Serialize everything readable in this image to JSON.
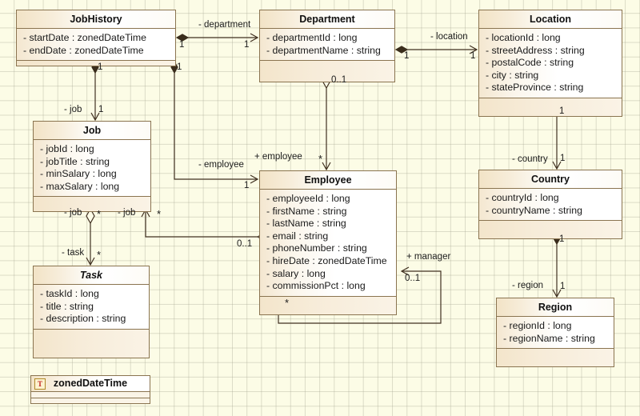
{
  "diagram": {
    "title": "UML Class Diagram",
    "background_color": "#fcfce6",
    "grid_color": "#a0a08c",
    "border_color": "#8a7450",
    "header_color": "#f2e3c6",
    "body_color": "#ffffff",
    "ops_color": "#f3e5cb"
  },
  "classes": [
    {
      "id": "jobhistory",
      "name": "JobHistory",
      "abstract": false,
      "attributes": [
        "- startDate : zonedDateTime",
        "- endDate : zonedDateTime"
      ],
      "operations": []
    },
    {
      "id": "department",
      "name": "Department",
      "abstract": false,
      "attributes": [
        "- departmentId : long",
        "- departmentName : string"
      ],
      "operations": []
    },
    {
      "id": "location",
      "name": "Location",
      "abstract": false,
      "attributes": [
        "- locationId : long",
        "- streetAddress : string",
        "- postalCode : string",
        "- city : string",
        "- stateProvince : string"
      ],
      "operations": []
    },
    {
      "id": "job",
      "name": "Job",
      "abstract": false,
      "attributes": [
        "- jobId : long",
        "- jobTitle : string",
        "- minSalary : long",
        "- maxSalary : long"
      ],
      "operations": []
    },
    {
      "id": "employee",
      "name": "Employee",
      "abstract": false,
      "attributes": [
        "- employeeId : long",
        "- firstName : string",
        "- lastName : string",
        "- email : string",
        "- phoneNumber : string",
        "- hireDate : zonedDateTime",
        "- salary : long",
        "- commissionPct : long"
      ],
      "operations": []
    },
    {
      "id": "country",
      "name": "Country",
      "abstract": false,
      "attributes": [
        "- countryId : long",
        "- countryName : string"
      ],
      "operations": []
    },
    {
      "id": "region",
      "name": "Region",
      "abstract": false,
      "attributes": [
        "- regionId : long",
        "- regionName : string"
      ],
      "operations": []
    },
    {
      "id": "task",
      "name": "Task",
      "abstract": true,
      "attributes": [
        "- taskId : long",
        "- title : string",
        "- description : string"
      ],
      "operations": []
    }
  ],
  "datatypes": [
    {
      "id": "zoneddatetime",
      "name": "zonedDateTime",
      "badge": "T"
    }
  ],
  "relationships": [
    {
      "id": "rel-jobhistory-department",
      "source": "jobhistory",
      "target": "department",
      "role": "- department",
      "source_multiplicity": "1",
      "target_multiplicity": "1",
      "source_end": "filled-diamond",
      "target_end": "open-arrow"
    },
    {
      "id": "rel-department-location",
      "source": "department",
      "target": "location",
      "role": "- location",
      "source_multiplicity": "1",
      "target_multiplicity": "1",
      "source_end": "filled-diamond",
      "target_end": "open-arrow"
    },
    {
      "id": "rel-jobhistory-job",
      "source": "jobhistory",
      "target": "job",
      "role": "- job",
      "source_multiplicity": "1",
      "target_multiplicity": "1",
      "source_end": "filled-diamond",
      "target_end": "open-arrow"
    },
    {
      "id": "rel-jobhistory-employee",
      "source": "jobhistory",
      "target": "employee",
      "role": "- employee",
      "source_multiplicity": "1",
      "target_multiplicity": "1",
      "source_end": "filled-diamond",
      "target_end": "open-arrow"
    },
    {
      "id": "rel-department-employee",
      "source": "department",
      "target": "employee",
      "role": "+ employee",
      "source_multiplicity": "0..1",
      "target_multiplicity": "*",
      "source_end": "open-diamond",
      "target_end": "open-arrow"
    },
    {
      "id": "rel-location-country",
      "source": "location",
      "target": "country",
      "role": "- country",
      "source_multiplicity": "1",
      "target_multiplicity": "1",
      "source_end": "filled-diamond",
      "target_end": "open-arrow"
    },
    {
      "id": "rel-country-region",
      "source": "country",
      "target": "region",
      "role": "- region",
      "source_multiplicity": "1",
      "target_multiplicity": "1",
      "source_end": "filled-diamond",
      "target_end": "open-arrow"
    },
    {
      "id": "rel-job-task",
      "source": "job",
      "target": "task",
      "role_source": "- job",
      "role_target": "- task",
      "source_multiplicity": "*",
      "target_multiplicity": "*",
      "source_end": "open-diamond",
      "target_end": "open-arrow"
    },
    {
      "id": "rel-job-employee",
      "source": "job",
      "target": "employee",
      "role": "- job",
      "source_multiplicity": "*",
      "target_multiplicity": "0..1",
      "source_end": "open-arrow",
      "target_end": "open-diamond"
    },
    {
      "id": "rel-employee-manager",
      "source": "employee",
      "target": "employee",
      "role": "+ manager",
      "source_multiplicity": "*",
      "target_multiplicity": "0..1",
      "source_end": "open-diamond",
      "target_end": "open-arrow"
    }
  ]
}
